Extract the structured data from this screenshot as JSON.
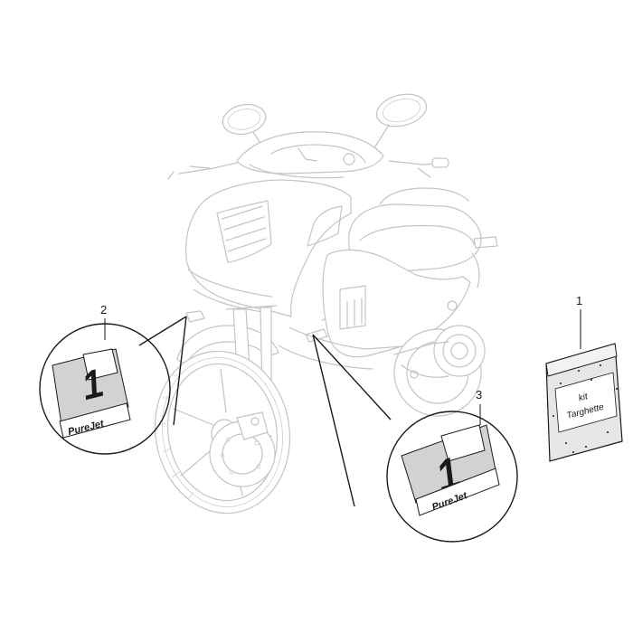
{
  "callouts": [
    {
      "number": "1",
      "part": "kit-targhette-bag"
    },
    {
      "number": "2",
      "part": "purejet-decal-left"
    },
    {
      "number": "3",
      "part": "purejet-decal-right"
    }
  ],
  "decal_left": {
    "brand_text": "PureJet",
    "logo_glyph": "1"
  },
  "decal_right": {
    "brand_text": "PureJet",
    "logo_glyph": "1"
  },
  "bag": {
    "line1": "kit",
    "line2": "Targhette"
  },
  "colors": {
    "ghost_line": "#c4c4c4",
    "ink_line": "#1a1a1a",
    "decal_shade": "#cfcfcf",
    "background": "#ffffff"
  }
}
